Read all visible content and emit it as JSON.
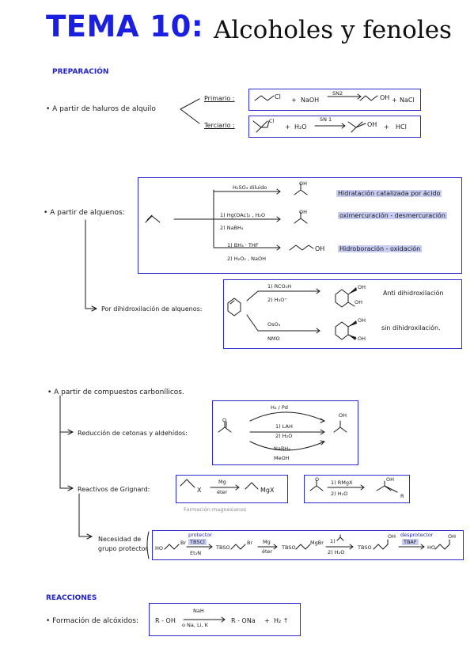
{
  "header": {
    "tema": "TEMA 10:",
    "title": "Alcoholes y fenoles"
  },
  "sections": {
    "preparacion": "PREPARACIÓN",
    "reacciones": "REACCIONES"
  },
  "haluros": {
    "bullet": "• A partir de haluros de alquilo",
    "primario": "Primario :",
    "terciario": "Terciario :",
    "r1": {
      "cl": "Cl",
      "plus1": "+",
      "reagent": "NaOH",
      "cond": "SN2",
      "oh": "OH",
      "plus2": "+",
      "prod2": "NaCl"
    },
    "r2": {
      "cl": "Cl",
      "plus1": "+",
      "reagent": "H₂O",
      "cond": "SN 1",
      "oh": "OH",
      "plus2": "+",
      "prod2": "HCl"
    }
  },
  "alquenos": {
    "bullet": "• A partir de alquenos:",
    "route1": {
      "cond": "H₂SO₄ diluido",
      "oh": "OH",
      "label": "Hidratación catalizada por ácido"
    },
    "route2": {
      "cond1": "1) Hg(OAc)₂ , H₂O",
      "cond2": "2) NaBH₄",
      "oh": "OH",
      "label": "oximercuración - desmercuración"
    },
    "route3": {
      "cond1": "1) BH₃ · THF",
      "cond2": "2) H₂O₂ , NaOH",
      "oh": "OH",
      "label": "Hidroboración - oxidación"
    },
    "dihidrox_label": "Por dihidroxilación de alquenos:",
    "anti": {
      "cond1": "1) RCO₃H",
      "cond2": "2) H₃O⁺",
      "oh1": "OH",
      "oh2": "OH",
      "label": "Anti dihidroxilación"
    },
    "sin": {
      "cond1": "OsO₄",
      "cond2": "NMO",
      "oh1": "OH",
      "oh2": "OH",
      "label": "sin dihidroxilación."
    }
  },
  "carbonilicos": {
    "bullet": "• A partir de compuestos carbonílicos.",
    "reduccion_label": "Reducción de cetonas y aldehídos:",
    "o": "O",
    "oh": "OH",
    "r1": "H₂ / Pd",
    "r2a": "1) LAH",
    "r2b": "2) H₂O",
    "r3a": "NaBH₄",
    "r3b": "MeOH",
    "grignard_label": "Reactivos de Grignard:",
    "g1": {
      "x": "X",
      "cond1": "Mg",
      "cond2": "éter",
      "prod": "MgX"
    },
    "g2": {
      "o": "O",
      "cond1": "1) RMgX",
      "cond2": "2) H₂O",
      "oh": "OH",
      "r": "R"
    },
    "formacion": "Formación magnesianos",
    "protector_label1": "Necesidad de",
    "protector_label2": "grupo protector",
    "prot": {
      "ho": "HO",
      "br": "Br",
      "protector": "protector",
      "tbscl": "TBSCl",
      "et3n": "Et₃N",
      "tbso1": "TBSO",
      "br2": "Br",
      "mg": "Mg",
      "eter": "éter",
      "tbso2": "TBSO",
      "mgbr": "MgBr",
      "step1": "1)",
      "step2": "2) H₂O",
      "tbso3": "TBSO",
      "oh": "OH",
      "desprotector": "desprotector",
      "tbaf": "TBAF",
      "ho2": "HO",
      "oh2": "OH"
    }
  },
  "reacciones": {
    "bullet": "• Formación de alcóxidos:",
    "rOH": "R - OH",
    "cond1": "NaH",
    "cond2": "o Na, Li, K",
    "prod": "R - ONa",
    "plus": "+",
    "h2": "H₂ ↑"
  },
  "colors": {
    "accent": "#1b1fe0",
    "box": "#2b2bcf",
    "highlight": "#c9cdf3"
  }
}
